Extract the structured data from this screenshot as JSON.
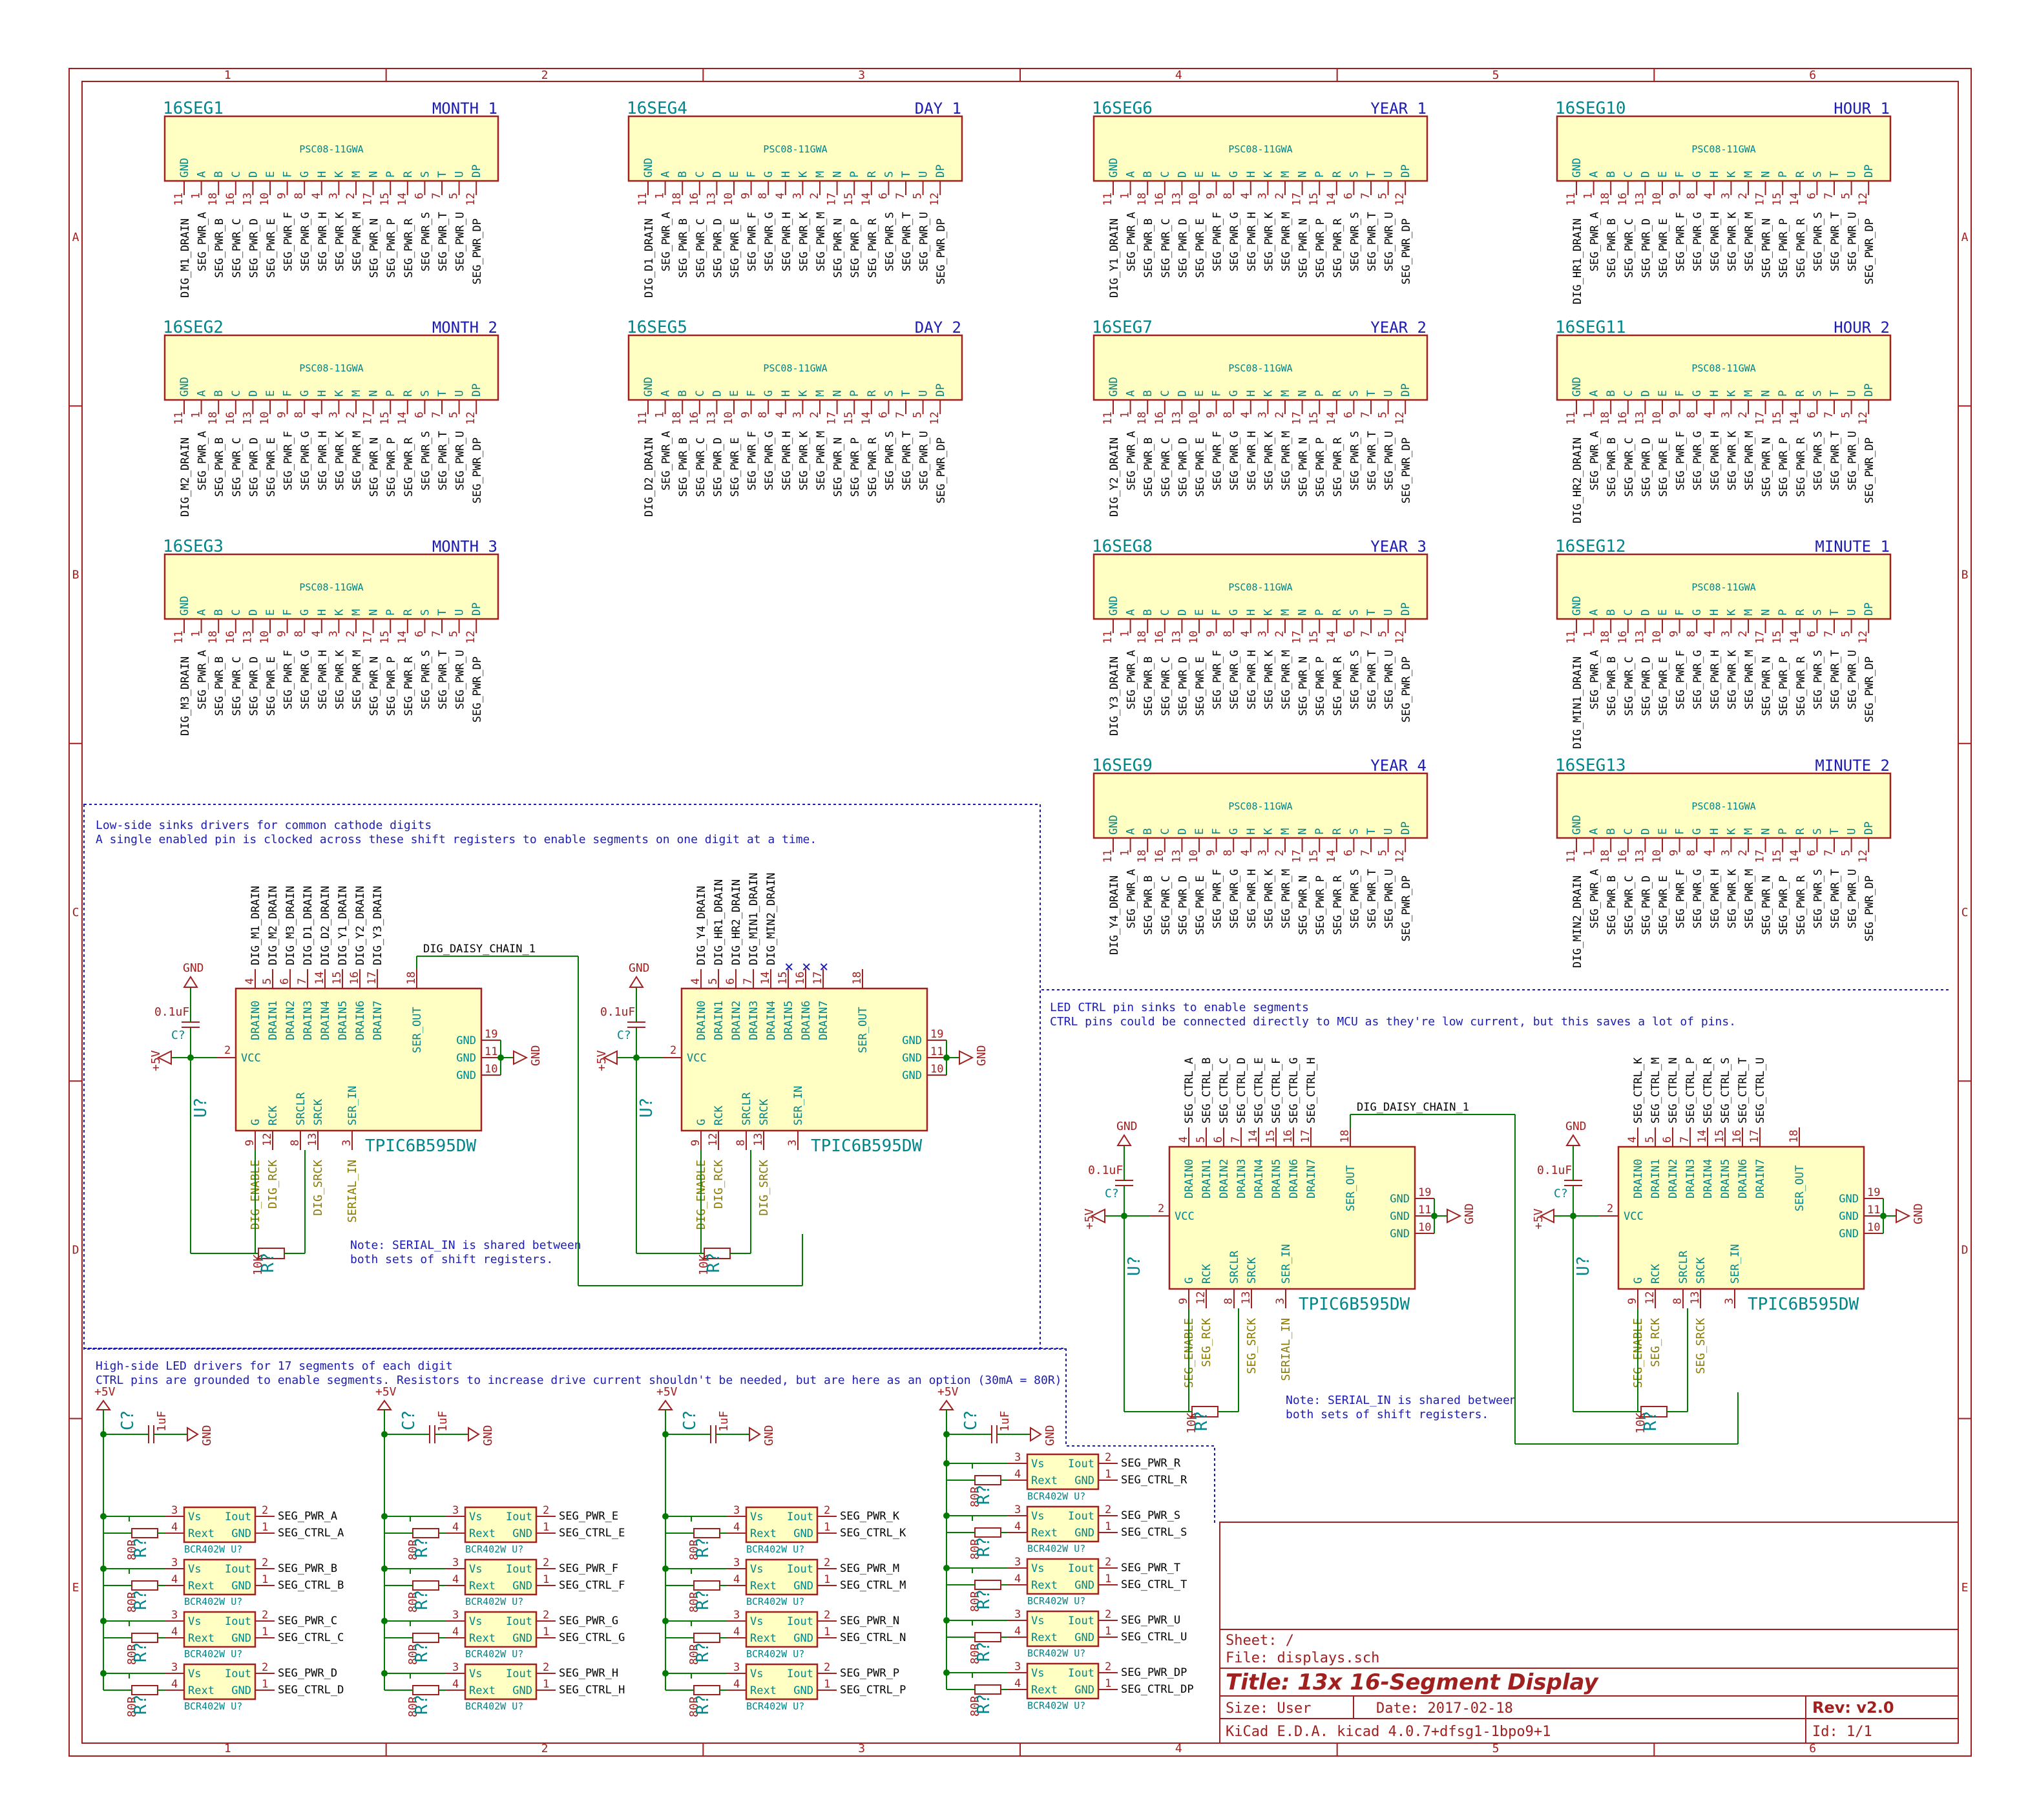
{
  "sheet": {
    "col_labels": [
      "1",
      "2",
      "3",
      "4",
      "5",
      "6"
    ],
    "row_labels": [
      "A",
      "B",
      "C",
      "D",
      "E"
    ]
  },
  "displays": {
    "part": "PSC08-11GWA",
    "pin_names": [
      "GND",
      "A",
      "B",
      "C",
      "D",
      "E",
      "F",
      "G",
      "H",
      "K",
      "M",
      "N",
      "P",
      "R",
      "S",
      "T",
      "U",
      "DP"
    ],
    "seg_nets": [
      "SEG_PWR_A",
      "SEG_PWR_B",
      "SEG_PWR_C",
      "SEG_PWR_D",
      "SEG_PWR_E",
      "SEG_PWR_F",
      "SEG_PWR_G",
      "SEG_PWR_H",
      "SEG_PWR_K",
      "SEG_PWR_M",
      "SEG_PWR_N",
      "SEG_PWR_P",
      "SEG_PWR_R",
      "SEG_PWR_S",
      "SEG_PWR_T",
      "SEG_PWR_U",
      "SEG_PWR_DP"
    ],
    "seg_pins": [
      "1",
      "18",
      "16",
      "13",
      "10",
      "9",
      "8",
      "4",
      "3",
      "2",
      "17",
      "15",
      "14",
      "6",
      "7",
      "5",
      "12"
    ],
    "gnd_pin": "11",
    "items": [
      {
        "ref": "16SEG1",
        "value": "MONTH_1",
        "drain": "DIG_M1_DRAIN"
      },
      {
        "ref": "16SEG2",
        "value": "MONTH_2",
        "drain": "DIG_M2_DRAIN"
      },
      {
        "ref": "16SEG3",
        "value": "MONTH_3",
        "drain": "DIG_M3_DRAIN"
      },
      {
        "ref": "16SEG4",
        "value": "DAY_1",
        "drain": "DIG_D1_DRAIN"
      },
      {
        "ref": "16SEG5",
        "value": "DAY_2",
        "drain": "DIG_D2_DRAIN"
      },
      {
        "ref": "16SEG6",
        "value": "YEAR_1",
        "drain": "DIG_Y1_DRAIN"
      },
      {
        "ref": "16SEG7",
        "value": "YEAR_2",
        "drain": "DIG_Y2_DRAIN"
      },
      {
        "ref": "16SEG8",
        "value": "YEAR_3",
        "drain": "DIG_Y3_DRAIN"
      },
      {
        "ref": "16SEG9",
        "value": "YEAR_4",
        "drain": "DIG_Y4_DRAIN"
      },
      {
        "ref": "16SEG10",
        "value": "HOUR_1",
        "drain": "DIG_HR1_DRAIN"
      },
      {
        "ref": "16SEG11",
        "value": "HOUR_2",
        "drain": "DIG_HR2_DRAIN"
      },
      {
        "ref": "16SEG12",
        "value": "MINUTE_1",
        "drain": "DIG_MIN1_DRAIN"
      },
      {
        "ref": "16SEG13",
        "value": "MINUTE_2",
        "drain": "DIG_MIN2_DRAIN"
      }
    ]
  },
  "notes": {
    "low_side_1": "Low-side sinks drivers for common cathode digits",
    "low_side_2": "A single enabled pin is clocked across these shift registers to enable segments on one digit at a time.",
    "ctrl_1": "LED CTRL pin sinks to enable segments",
    "ctrl_2": "CTRL pins could be connected directly to MCU as they're low current, but this saves a lot of pins.",
    "high_side_1": "High-side LED drivers for 17 segments of each digit",
    "high_side_2": "CTRL pins are grounded to enable segments. Resistors to increase drive current shouldn't be needed, but are here as an option (30mA = 80R)",
    "serial_1": "Note: SERIAL_IN is shared between",
    "serial_2": "both sets of shift registers."
  },
  "shift_registers": {
    "part": "TPIC6B595DW",
    "ref": "U?",
    "cap_ref": "C?",
    "cap_val": "0.1uF",
    "res_ref": "R?",
    "res_val": "10K",
    "gnd": "GND",
    "vcc": "+5V",
    "left_pins": [
      "VCC"
    ],
    "top_pins": [
      "DRAIN0",
      "DRAIN1",
      "DRAIN2",
      "DRAIN3",
      "DRAIN4",
      "DRAIN5",
      "DRAIN6",
      "DRAIN7"
    ],
    "top_nums": [
      "4",
      "5",
      "6",
      "7",
      "14",
      "15",
      "16",
      "17"
    ],
    "gnd_pins": [
      "GND",
      "GND",
      "GND"
    ],
    "gnd_nums": [
      "19",
      "11",
      "10"
    ],
    "ser_out": "SER_OUT",
    "ser_out_num": "18",
    "bot_pins": [
      "G",
      "RCK",
      "SRCLR",
      "SRCK",
      "SER_IN"
    ],
    "bot_nums": [
      "9",
      "12",
      "8",
      "13",
      "3"
    ],
    "vcc_num": "2",
    "daisy": "DIG_DAISY_CHAIN_1",
    "labels": {
      "enable": "DIG_ENABLE",
      "rck": "DIG_RCK",
      "srck": "DIG_SRCK",
      "serial": "SERIAL_IN",
      "seg_enable": "SEG_ENABLE",
      "seg_rck": "SEG_RCK",
      "seg_srck": "SEG_SRCK"
    },
    "u1_drains": [
      "DIG_M1_DRAIN",
      "DIG_M2_DRAIN",
      "DIG_M3_DRAIN",
      "DIG_D1_DRAIN",
      "DIG_D2_DRAIN",
      "DIG_Y1_DRAIN",
      "DIG_Y2_DRAIN",
      "DIG_Y3_DRAIN"
    ],
    "u2_drains": [
      "DIG_Y4_DRAIN",
      "DIG_HR1_DRAIN",
      "DIG_HR2_DRAIN",
      "DIG_MIN1_DRAIN",
      "DIG_MIN2_DRAIN"
    ],
    "u3_drains": [
      "SEG_CTRL_A",
      "SEG_CTRL_B",
      "SEG_CTRL_C",
      "SEG_CTRL_D",
      "SEG_CTRL_E",
      "SEG_CTRL_F",
      "SEG_CTRL_G",
      "SEG_CTRL_H"
    ],
    "u4_drains": [
      "SEG_CTRL_K",
      "SEG_CTRL_M",
      "SEG_CTRL_N",
      "SEG_CTRL_P",
      "SEG_CTRL_R",
      "SEG_CTRL_S",
      "SEG_CTRL_T",
      "SEG_CTRL_U"
    ]
  },
  "drivers": {
    "part": "BCR402W",
    "ref": "U?",
    "res_ref": "R?",
    "res_val": "80R",
    "cap_ref": "C?",
    "cap_val": "1uF",
    "vcc": "+5V",
    "gnd": "GND",
    "pins": {
      "vs": "Vs",
      "iout": "Iout",
      "rext": "Rext",
      "gnd": "GND"
    },
    "nums": {
      "vs": "3",
      "iout": "2",
      "rext": "4",
      "gnd": "1"
    },
    "columns": [
      [
        "A",
        "B",
        "C",
        "D"
      ],
      [
        "E",
        "F",
        "G",
        "H"
      ],
      [
        "K",
        "M",
        "N",
        "P"
      ],
      [
        "R",
        "S",
        "T",
        "U",
        "DP"
      ]
    ]
  },
  "title_block": {
    "sheet": "Sheet: /",
    "file": "File: displays.sch",
    "title": "Title: 13x 16-Segment Display",
    "size": "Size: User",
    "date": "Date: 2017-02-18",
    "rev": "Rev: v2.0",
    "tool": "KiCad E.D.A.  kicad 4.0.7+dfsg1-1bpo9+1",
    "id": "Id: 1/1"
  }
}
